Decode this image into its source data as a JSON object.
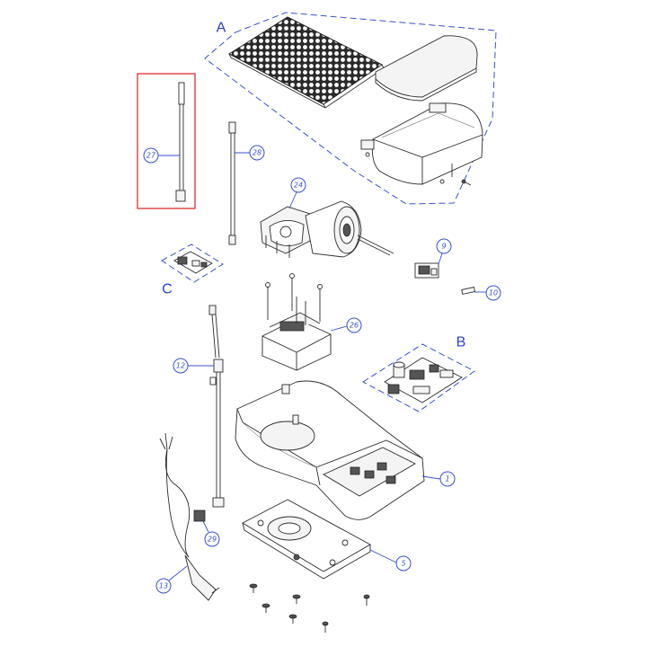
{
  "groups": {
    "A": "A",
    "B": "B",
    "C": "C"
  },
  "callouts": {
    "p1": "1",
    "p5": "5",
    "p9": "9",
    "p10": "10",
    "p12": "12",
    "p13": "13",
    "p24": "24",
    "p26": "26",
    "p27": "27",
    "p28": "28",
    "p29": "29"
  },
  "colors": {
    "callout_blue": "#3a4fd0",
    "highlight_red": "#e0302c",
    "line_dark": "#2b2b2b"
  }
}
